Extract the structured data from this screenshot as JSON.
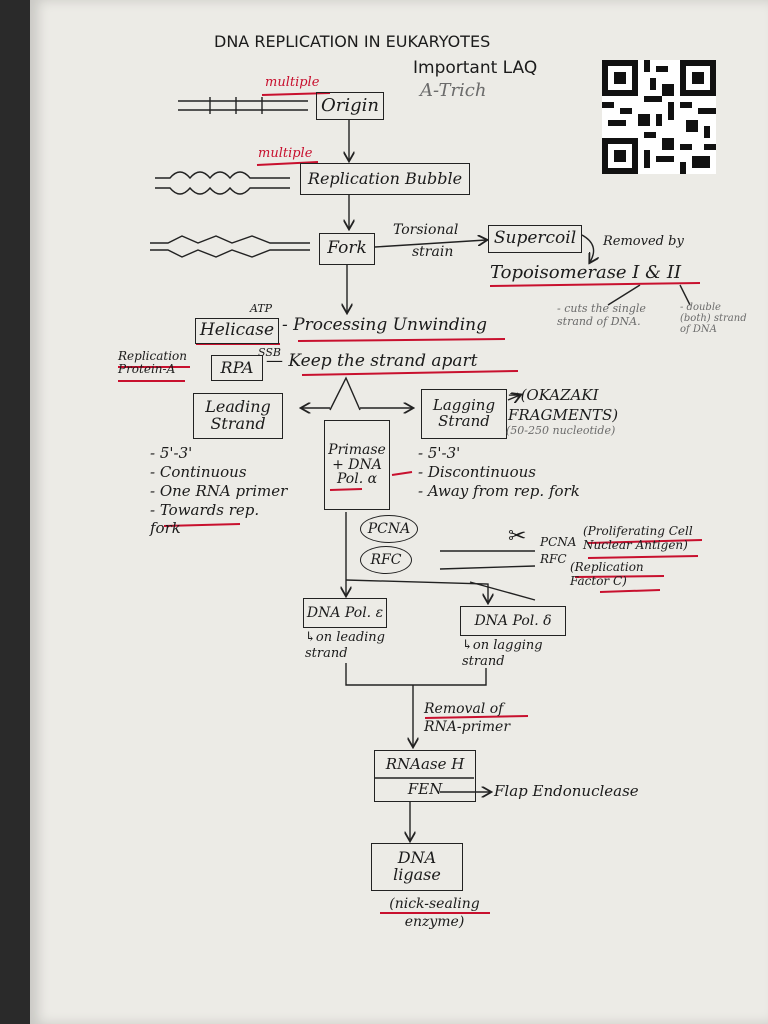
{
  "header": {
    "title": "DNA REPLICATION IN EUKARYOTES",
    "subtitle": "Important LAQ",
    "author": "A-Trich"
  },
  "labels": {
    "origin_note": "multiple",
    "bubble_note": "multiple",
    "torsional": "Torsional",
    "strain": "strain",
    "removed_by": "Removed by",
    "topo": "Topoisomerase I & II",
    "topo_note1": "- cuts the single strand of DNA.",
    "topo_note2": "- double (both) strand of DNA",
    "atp": "ATP",
    "helicase_desc": "- Processing Unwinding",
    "rpa_full": "Replication Protein-A",
    "ssb": "SSB",
    "rpa_desc": "— Keep the strand apart",
    "okazaki": "→(OKAZAKI FRAGMENTS)",
    "okazaki_size": "(50-250 nucleotide)",
    "leading_points": [
      "- 5'-3'",
      "- Continuous",
      "- One RNA primer",
      "- Towards rep. fork"
    ],
    "lagging_points": [
      "- 5'-3'",
      "- Discontinuous",
      "- Away from rep. fork"
    ],
    "pcna_arrow": "PCNA",
    "rfc_arrow": "RFC",
    "pcna_full": "(Proliferating Cell Nuclear Antigen)",
    "rfc_full": "(Replication Factor C)",
    "pol_e_note": "↳on leading strand",
    "pol_d_note": "↳on lagging strand",
    "removal": "Removal of RNA-primer",
    "fen_full": "Flap Endonuclease",
    "ligase_note": "(nick-sealing enzyme)"
  },
  "boxes": {
    "origin": "Origin",
    "bubble": "Replication Bubble",
    "fork": "Fork",
    "supercoil": "Supercoil",
    "helicase": "Helicase",
    "rpa": "RPA",
    "leading": "Leading Strand",
    "lagging": "Lagging Strand",
    "primase": "Primase + DNA Pol. α",
    "pcna": "PCNA",
    "rfc": "RFC",
    "pol_e": "DNA Pol. ε",
    "pol_d": "DNA Pol. δ",
    "rnase": "RNAase H",
    "fen": "FEN",
    "ligase": "DNA ligase"
  },
  "colors": {
    "ink": "#1b1b1b",
    "underline": "#c8102e",
    "paper": "#ecebe6"
  }
}
